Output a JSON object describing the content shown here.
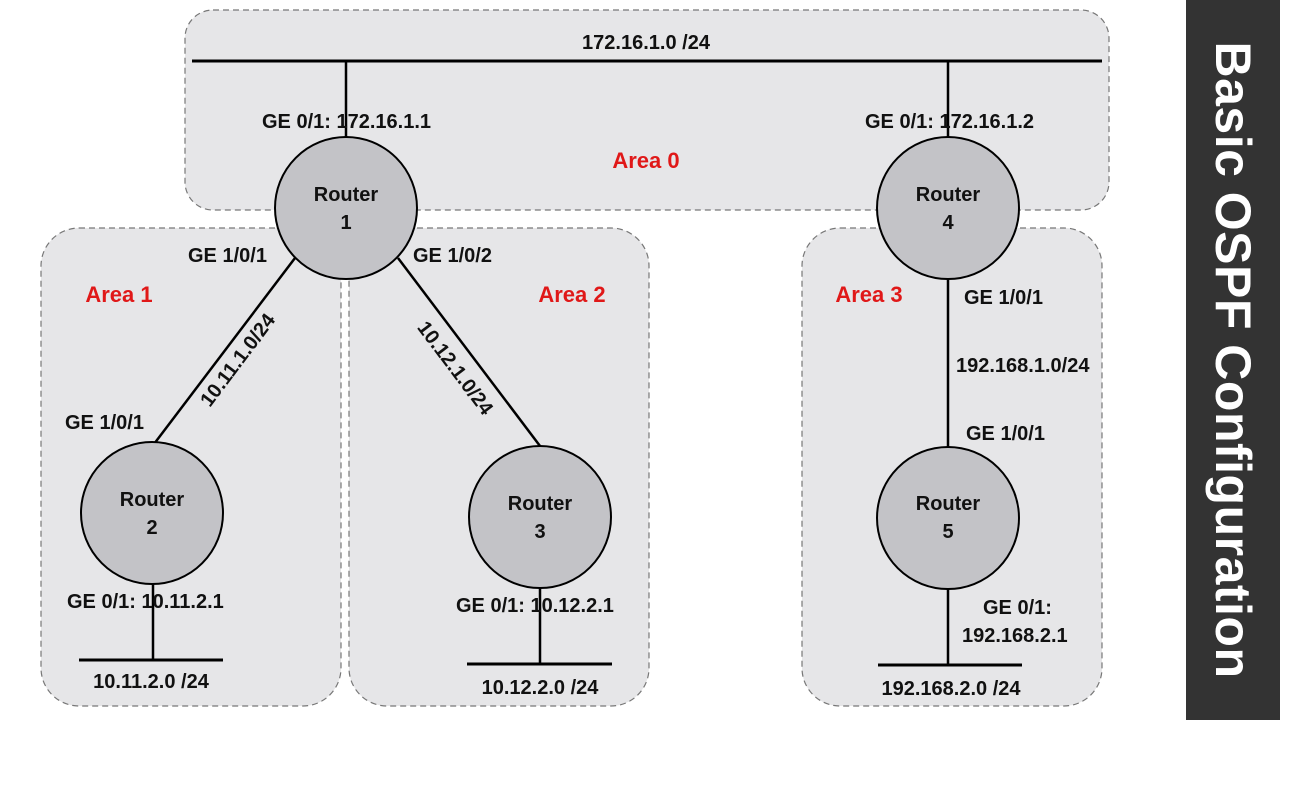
{
  "title": "Basic OSPF Configuration",
  "colors": {
    "area_fill": "#e6e6e8",
    "area_label": "#e01818",
    "router_fill": "#c3c3c7",
    "title_panel": "#333333"
  },
  "areas": [
    {
      "id": "area0",
      "label": "Area 0"
    },
    {
      "id": "area1",
      "label": "Area 1"
    },
    {
      "id": "area2",
      "label": "Area 2"
    },
    {
      "id": "area3",
      "label": "Area 3"
    }
  ],
  "routers": [
    {
      "id": "r1",
      "line1": "Router",
      "line2": "1"
    },
    {
      "id": "r2",
      "line1": "Router",
      "line2": "2"
    },
    {
      "id": "r3",
      "line1": "Router",
      "line2": "3"
    },
    {
      "id": "r4",
      "line1": "Router",
      "line2": "4"
    },
    {
      "id": "r5",
      "line1": "Router",
      "line2": "5"
    }
  ],
  "networks": {
    "backbone": "172.16.1.0 /24",
    "r1_r2": "10.11.1.0/24",
    "r1_r3": "10.12.1.0/24",
    "r4_r5": "192.168.1.0/24",
    "lan_r2": "10.11.2.0 /24",
    "lan_r3": "10.12.2.0 /24",
    "lan_r5": "192.168.2.0 /24"
  },
  "interfaces": {
    "r1_ge01": "GE 0/1: 172.16.1.1",
    "r4_ge01": "GE 0/1: 172.16.1.2",
    "r1_ge101": "GE 1/0/1",
    "r1_ge102": "GE 1/0/2",
    "r2_ge101": "GE 1/0/1",
    "r2_ge01": "GE 0/1: 10.11.2.1",
    "r3_ge01": "GE 0/1: 10.12.2.1",
    "r4_ge101": "GE 1/0/1",
    "r5_ge101": "GE 1/0/1",
    "r5_ge01_line1": "GE 0/1:",
    "r5_ge01_line2": "192.168.2.1"
  }
}
